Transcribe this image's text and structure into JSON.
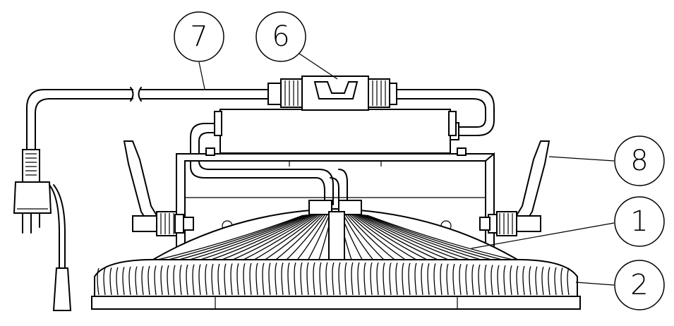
{
  "callouts": [
    {
      "id": "c7",
      "label": "7",
      "part": "power-cord"
    },
    {
      "id": "c6",
      "label": "6",
      "part": "cable-connector"
    },
    {
      "id": "c8",
      "label": "8",
      "part": "bracket-knob"
    },
    {
      "id": "c1",
      "label": "1",
      "part": "heatsink-body"
    },
    {
      "id": "c2",
      "label": "2",
      "part": "fin-ring"
    }
  ],
  "colors": {
    "line": "#000000",
    "background": "#ffffff"
  }
}
